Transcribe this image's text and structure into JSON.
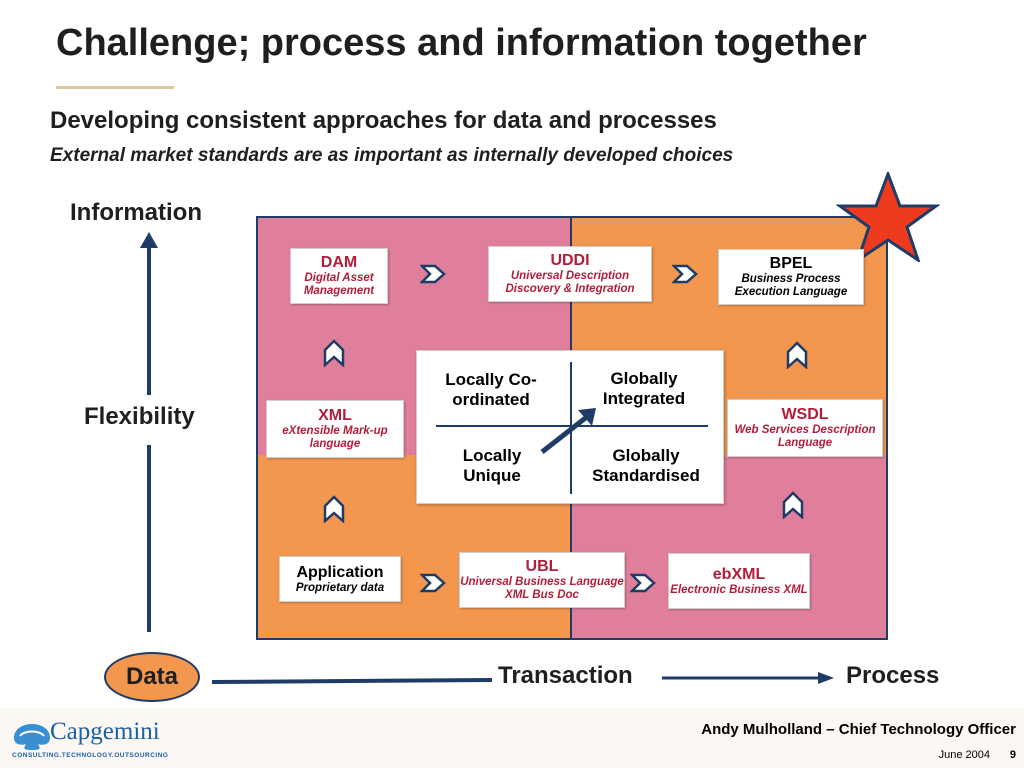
{
  "slide": {
    "title": "Challenge; process and information together",
    "subtitle": "Developing consistent approaches for data and processes",
    "subtitle2": "External market standards are as important as internally developed choices"
  },
  "axes": {
    "y_top": "Information",
    "y_mid": "Flexibility",
    "x_start": "Data",
    "x_mid": "Transaction",
    "x_end": "Process"
  },
  "boxes": {
    "dam": {
      "name": "DAM",
      "desc": "Digital Asset Management"
    },
    "uddi": {
      "name": "UDDI",
      "desc": "Universal Description Discovery & Integration"
    },
    "bpel": {
      "name": "BPEL",
      "desc": "Business Process Execution Language"
    },
    "xml": {
      "name": "XML",
      "desc": "eXtensible Mark-up language"
    },
    "wsdl": {
      "name": "WSDL",
      "desc": "Web Services Description Language"
    },
    "application": {
      "name": "Application",
      "desc": "Proprietary data"
    },
    "ubl": {
      "name": "UBL",
      "desc": "Universal Business Language XML Bus Doc"
    },
    "ebxml": {
      "name": "ebXML",
      "desc": "Electronic Business XML"
    }
  },
  "matrix": {
    "top_left": "Locally Co-ordinated",
    "top_right": "Globally Integrated",
    "bottom_left": "Locally Unique",
    "bottom_right": "Globally Standardised"
  },
  "colors": {
    "pink": "#e07f9c",
    "orange": "#f3974f",
    "navy": "#1f3b66",
    "red_text": "#b21e3a",
    "star": "#ee3a1e",
    "data_oval": "#f3974f"
  },
  "footer": {
    "logo_text": "Capgemini",
    "logo_tagline": "CONSULTING.TECHNOLOGY.OUTSOURCING",
    "author": "Andy Mulholland – Chief Technology Officer",
    "date": "June 2004",
    "page": "9"
  }
}
